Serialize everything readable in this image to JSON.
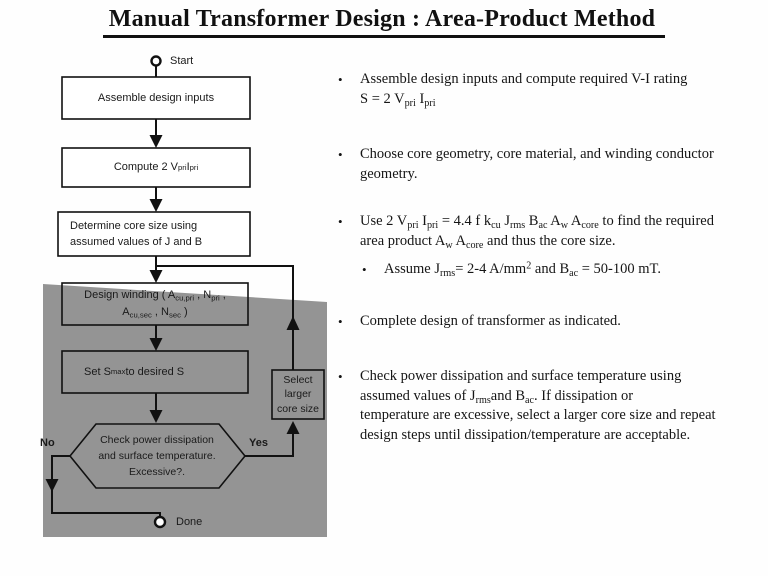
{
  "title": "Manual Transformer Design : Area-Product Method",
  "colors": {
    "gray_region": "#949494",
    "ink": "#111111"
  },
  "flowchart": {
    "start_label": "Start",
    "done_label": "Done",
    "no_label": "No",
    "yes_label": "Yes",
    "box1": "Assemble design inputs",
    "box2_runs": [
      {
        "t": "Compute 2 V"
      },
      {
        "t": "pri",
        "sub": true
      },
      {
        "t": " I"
      },
      {
        "t": "pri",
        "sub": true
      }
    ],
    "box3_line1": "Determine core size using",
    "box3_line2": "assumed values of J and B",
    "box4_line1_runs": [
      {
        "t": "Design winding ( A"
      },
      {
        "t": "cu,pri",
        "sub": true
      },
      {
        "t": " , N"
      },
      {
        "t": "pri",
        "sub": true
      },
      {
        "t": " ,"
      }
    ],
    "box4_line2_runs": [
      {
        "t": "A"
      },
      {
        "t": "cu,sec",
        "sub": true
      },
      {
        "t": " , N"
      },
      {
        "t": "sec",
        "sub": true
      },
      {
        "t": " )"
      }
    ],
    "box5_runs": [
      {
        "t": "Set S"
      },
      {
        "t": "max",
        "sub": true
      },
      {
        "t": " to desired S"
      }
    ],
    "select_line1": "Select",
    "select_line2": "larger",
    "select_line3": "core size",
    "hex_line1": "Check power dissipation",
    "hex_line2": "and surface temperature.",
    "hex_line3": "Excessive?."
  },
  "bullets": [
    {
      "lines": [
        [
          {
            "t": "Assemble design inputs and compute required V-I rating"
          }
        ],
        [
          {
            "t": "S = 2 V"
          },
          {
            "t": "pri",
            "sub": true
          },
          {
            "t": " I"
          },
          {
            "t": "pri",
            "sub": true
          }
        ]
      ]
    },
    {
      "lines": [
        [
          {
            "t": "Choose core geometry, core material, and winding conductor"
          }
        ],
        [
          {
            "t": "geometry."
          }
        ]
      ]
    },
    {
      "lines": [
        [
          {
            "t": "Use  2 V"
          },
          {
            "t": "pri",
            "sub": true
          },
          {
            "t": " I"
          },
          {
            "t": "pri",
            "sub": true
          },
          {
            "t": " = 4.4 f k"
          },
          {
            "t": "cu",
            "sub": true
          },
          {
            "t": " J"
          },
          {
            "t": "rms",
            "sub": true
          },
          {
            "t": " B"
          },
          {
            "t": "ac",
            "sub": true
          },
          {
            "t": " A"
          },
          {
            "t": "w",
            "sub": true
          },
          {
            "t": " A"
          },
          {
            "t": "core",
            "sub": true
          },
          {
            "t": " to find the required"
          }
        ],
        [
          {
            "t": "area product A"
          },
          {
            "t": "w",
            "sub": true
          },
          {
            "t": " A"
          },
          {
            "t": "core",
            "sub": true
          },
          {
            "t": " and thus the core size."
          }
        ]
      ]
    },
    {
      "indent": true,
      "lines": [
        [
          {
            "t": "Assume J"
          },
          {
            "t": "rms",
            "sub": true
          },
          {
            "t": "= 2-4 A/mm"
          },
          {
            "t": "2",
            "sup": true
          },
          {
            "t": " and B"
          },
          {
            "t": "ac",
            "sub": true
          },
          {
            "t": " = 50-100 mT."
          }
        ]
      ]
    },
    {
      "lines": [
        [
          {
            "t": "Complete design of transformer as indicated."
          }
        ]
      ]
    },
    {
      "lines": [
        [
          {
            "t": "Check power dissipation and surface temperature using"
          }
        ],
        [
          {
            "t": "assumed values of J"
          },
          {
            "t": "rms",
            "sub": true
          },
          {
            "t": "and B"
          },
          {
            "t": "ac",
            "sub": true
          },
          {
            "t": ". If dissipation or"
          }
        ],
        [
          {
            "t": "temperature are excessive, select a larger core size and  repeat"
          }
        ],
        [
          {
            "t": "design steps until dissipation/temperature are acceptable."
          }
        ]
      ]
    }
  ]
}
